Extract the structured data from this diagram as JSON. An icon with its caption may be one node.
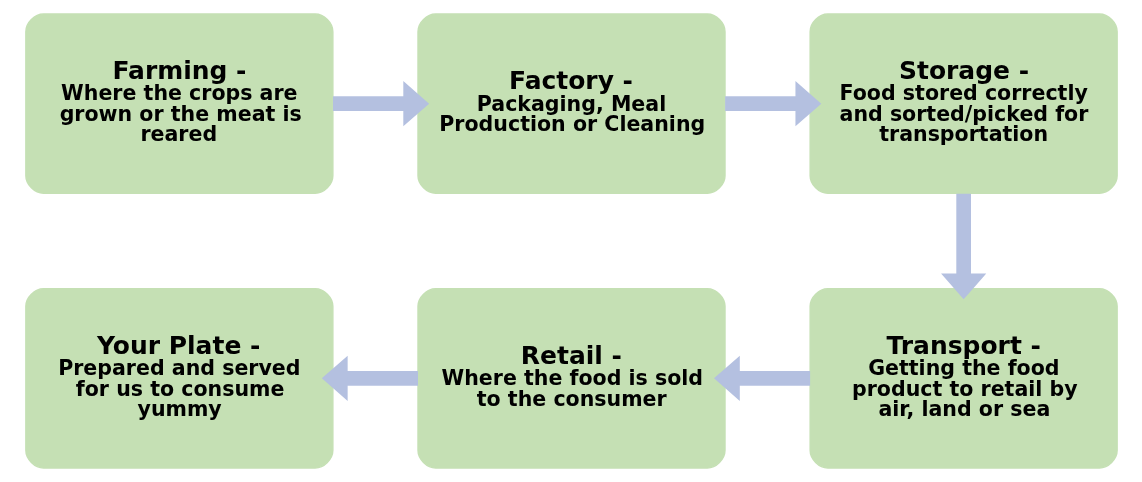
{
  "diagram": {
    "nodes": [
      {
        "text": [
          "Farming -",
          "Where the crops are grown or the meat is reared"
        ]
      },
      {
        "text": [
          "Factory -",
          "Packaging, Meal Production or Cleaning"
        ]
      },
      {
        "text": [
          "Storage -",
          "Food stored correctly and sorted/picked for transportation"
        ]
      },
      {
        "text": [
          "Transport -",
          "Getting the food product to retail by air, land or sea"
        ]
      },
      {
        "text": [
          "Retail -",
          "Where the food is sold to the consumer"
        ]
      },
      {
        "text": [
          "Your Plate -",
          "Prepared and served for us to consume yummy"
        ]
      }
    ],
    "edges": [
      {
        "from": 0,
        "to": 1,
        "arrow": "to"
      },
      {
        "from": 1,
        "to": 2,
        "arrow": "to"
      },
      {
        "from": 2,
        "to": 3,
        "arrow": "to"
      },
      {
        "from": 3,
        "to": 4,
        "arrow": "to"
      },
      {
        "from": 4,
        "to": 5,
        "arrow": "to"
      }
    ]
  }
}
